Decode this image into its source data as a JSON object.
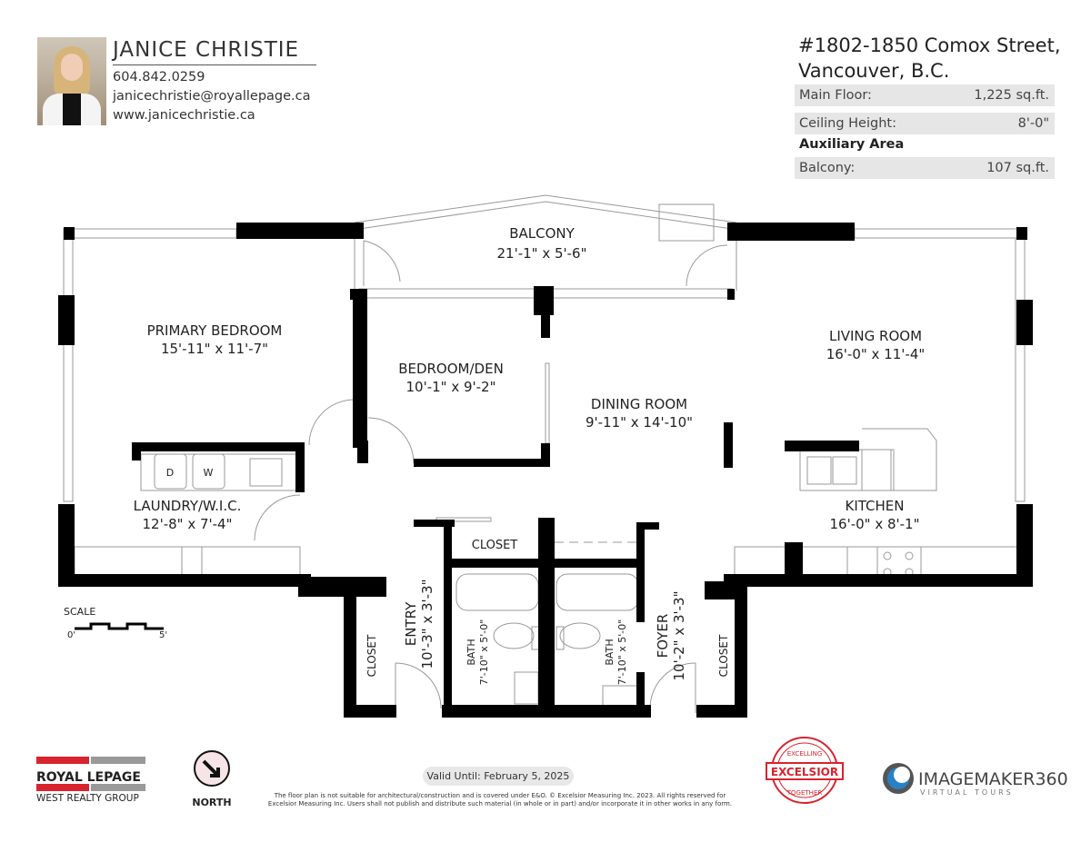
{
  "agent": {
    "name": "JANICE CHRISTIE",
    "phone": "604.842.0259",
    "email": "janicechristie@royallepage.ca",
    "website": "www.janicechristie.ca"
  },
  "property": {
    "address_line1": "#1802-1850 Comox Street,",
    "address_line2": "Vancouver, B.C.",
    "specs": [
      {
        "label": "Main Floor:",
        "value": "1,225 sq.ft."
      },
      {
        "label": "Ceiling Height:",
        "value": "8'-0\""
      }
    ],
    "auxiliary_heading": "Auxiliary Area",
    "auxiliary": [
      {
        "label": "Balcony:",
        "value": "107 sq.ft."
      }
    ]
  },
  "rooms": {
    "balcony": {
      "name": "BALCONY",
      "dims": "21'-1\"  x  5'-6\""
    },
    "primary_bedroom": {
      "name": "PRIMARY BEDROOM",
      "dims": "15'-11\"  x  11'-7\""
    },
    "bedroom_den": {
      "name": "BEDROOM/DEN",
      "dims": "10'-1\"  x  9'-2\""
    },
    "dining_room": {
      "name": "DINING ROOM",
      "dims": "9'-11\"  x 14'-10\""
    },
    "living_room": {
      "name": "LIVING ROOM",
      "dims": "16'-0\"  x  11'-4\""
    },
    "laundry": {
      "name": "LAUNDRY/W.I.C.",
      "dims": "12'-8\"  x  7'-4\""
    },
    "kitchen": {
      "name": "KITCHEN",
      "dims": "16'-0\"  x  8'-1\""
    },
    "closet_mid": {
      "name": "CLOSET"
    },
    "closet_left": {
      "name": "CLOSET"
    },
    "closet_right": {
      "name": "CLOSET"
    },
    "entry": {
      "name": "ENTRY",
      "dims": "10'-3\" x 3'-3\""
    },
    "foyer": {
      "name": "FOYER",
      "dims": "10'-2\" x 3'-3\""
    },
    "bath1": {
      "name": "BATH",
      "dims": "7'-10\" x 5'-0\""
    },
    "bath2": {
      "name": "BATH",
      "dims": "7'-10\" x 5'-0\""
    },
    "washer": "W",
    "dryer": "D"
  },
  "scale": {
    "label": "SCALE",
    "start": "0'",
    "end": "5'"
  },
  "footer": {
    "valid_until": "Valid Until: February 5, 2025",
    "disclaimer": "The floor plan is not suitable for architectural/construction and is covered under E&O. © Excelsior Measuring Inc. 2023. All rights reserved for Excelsior Measuring Inc. Users shall not publish and distribute such material (in whole or in part) and/or incorporate it in other works in any form.",
    "north_label": "NORTH",
    "brokerage_logo": {
      "line1": "ROYAL LEPAGE",
      "line2": "WEST REALTY GROUP"
    },
    "excelsior_logo": {
      "text": "EXCELSIOR",
      "top": "EXCELLING",
      "bottom": "TOGETHER"
    },
    "imagemaker_logo": {
      "text": "IMAGEMAKER360",
      "sub": "VIRTUAL TOURS"
    }
  },
  "colors": {
    "brand_red": "#d9232e",
    "wall": "#000000",
    "spec_shade": "#e6e6e6"
  }
}
